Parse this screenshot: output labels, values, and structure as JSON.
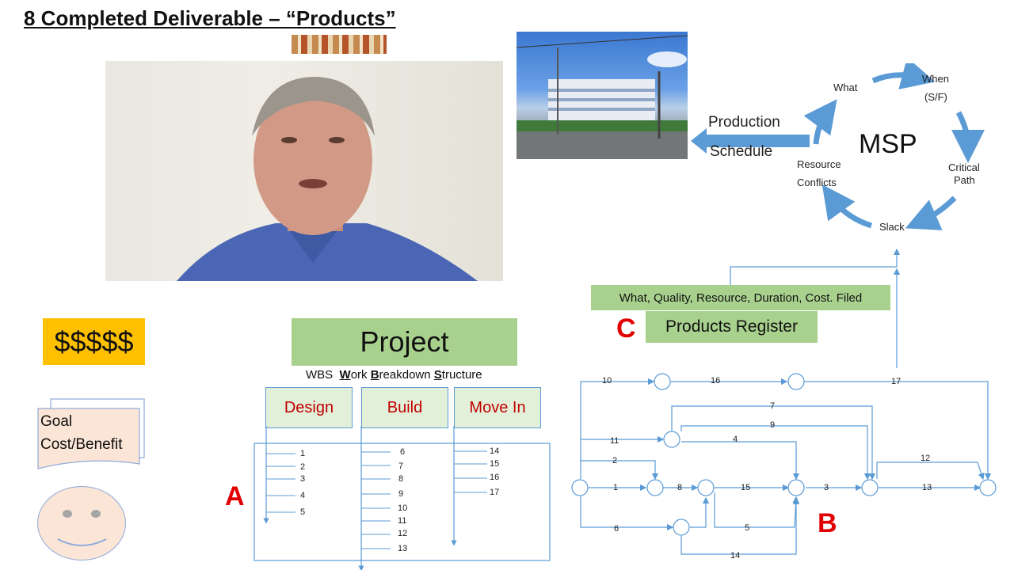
{
  "slide": {
    "title": "8 Completed Deliverable – “Products”"
  },
  "msp": {
    "center_label": "MSP",
    "what": "What",
    "when": "When",
    "when_sub": "(S/F)",
    "critical": "Critical",
    "critical_sub": "Path",
    "slack": "Slack",
    "resource": "Resource",
    "resource_sub": "Conflicts",
    "production": "Production",
    "schedule": "Schedule"
  },
  "register": {
    "fields": "What, Quality, Resource, Duration, Cost. Filed",
    "label": "Products Register",
    "letter": "C"
  },
  "left": {
    "dollars": "$$$$$",
    "goal_line1": "Goal",
    "goal_line2": "Cost/Benefit"
  },
  "project": {
    "title": "Project",
    "wbs_prefix": "WBS",
    "wbs_w": "W",
    "wbs_ork": "ork ",
    "wbs_b": "B",
    "wbs_reakdown": "reakdown ",
    "wbs_s": "S",
    "wbs_tructure": "tructure",
    "design": "Design",
    "build": "Build",
    "move_in": "Move In",
    "letter": "A",
    "design_items": [
      "1",
      "2",
      "3",
      "4",
      "5"
    ],
    "build_items": [
      "6",
      "7",
      "8",
      "9",
      "10",
      "11",
      "12",
      "13"
    ],
    "move_items": [
      "14",
      "15",
      "16",
      "17"
    ]
  },
  "network": {
    "letter": "B",
    "labels": {
      "a10": "10",
      "a16": "16",
      "a17": "17",
      "a7": "7",
      "a9": "9",
      "a11": "11",
      "a4": "4",
      "a2": "2",
      "a12": "12",
      "a1": "1",
      "a8": "8",
      "a15": "15",
      "a3": "3",
      "a13": "13",
      "a6": "6",
      "a5": "5",
      "a14": "14"
    }
  }
}
